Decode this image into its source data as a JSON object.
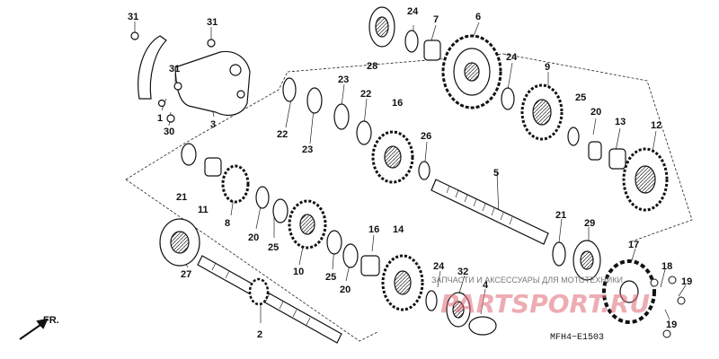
{
  "diagram": {
    "callouts": [
      {
        "id": "c31a",
        "text": "31"
      },
      {
        "id": "c31b",
        "text": "31"
      },
      {
        "id": "c31c",
        "text": "31"
      },
      {
        "id": "c1",
        "text": "1"
      },
      {
        "id": "c30",
        "text": "30"
      },
      {
        "id": "c3",
        "text": "3"
      },
      {
        "id": "c22a",
        "text": "22"
      },
      {
        "id": "c23a",
        "text": "23"
      },
      {
        "id": "c23b",
        "text": "23"
      },
      {
        "id": "c22b",
        "text": "22"
      },
      {
        "id": "c16a",
        "text": "16"
      },
      {
        "id": "c28",
        "text": "28"
      },
      {
        "id": "c24a",
        "text": "24"
      },
      {
        "id": "c7",
        "text": "7"
      },
      {
        "id": "c6",
        "text": "6"
      },
      {
        "id": "c24b",
        "text": "24"
      },
      {
        "id": "c9",
        "text": "9"
      },
      {
        "id": "c25a",
        "text": "25"
      },
      {
        "id": "c20a",
        "text": "20"
      },
      {
        "id": "c13",
        "text": "13"
      },
      {
        "id": "c12",
        "text": "12"
      },
      {
        "id": "c26",
        "text": "26"
      },
      {
        "id": "c5",
        "text": "5"
      },
      {
        "id": "c21a",
        "text": "21"
      },
      {
        "id": "c11",
        "text": "11"
      },
      {
        "id": "c8",
        "text": "8"
      },
      {
        "id": "c20b",
        "text": "20"
      },
      {
        "id": "c25b",
        "text": "25"
      },
      {
        "id": "c10",
        "text": "10"
      },
      {
        "id": "c16b",
        "text": "16"
      },
      {
        "id": "c14",
        "text": "14"
      },
      {
        "id": "c25c",
        "text": "25"
      },
      {
        "id": "c20c",
        "text": "20"
      },
      {
        "id": "c21b",
        "text": "21"
      },
      {
        "id": "c29",
        "text": "29"
      },
      {
        "id": "c17",
        "text": "17"
      },
      {
        "id": "c27",
        "text": "27"
      },
      {
        "id": "c24c",
        "text": "24"
      },
      {
        "id": "c32",
        "text": "32"
      },
      {
        "id": "c4",
        "text": "4"
      },
      {
        "id": "c18",
        "text": "18"
      },
      {
        "id": "c19a",
        "text": "19"
      },
      {
        "id": "c19b",
        "text": "19"
      },
      {
        "id": "c2",
        "text": "2"
      }
    ],
    "direction_label": "FR.",
    "drawing_code": "MFH4−E1503",
    "watermark_text": "ЗАПЧАСТИ И АКСЕССУАРЫ ДЛЯ МОТОТЕХНИКИ",
    "watermark_brand": "PARTSPORT.RU",
    "colors": {
      "ink": "#111111",
      "brand": "#e06a76"
    }
  }
}
